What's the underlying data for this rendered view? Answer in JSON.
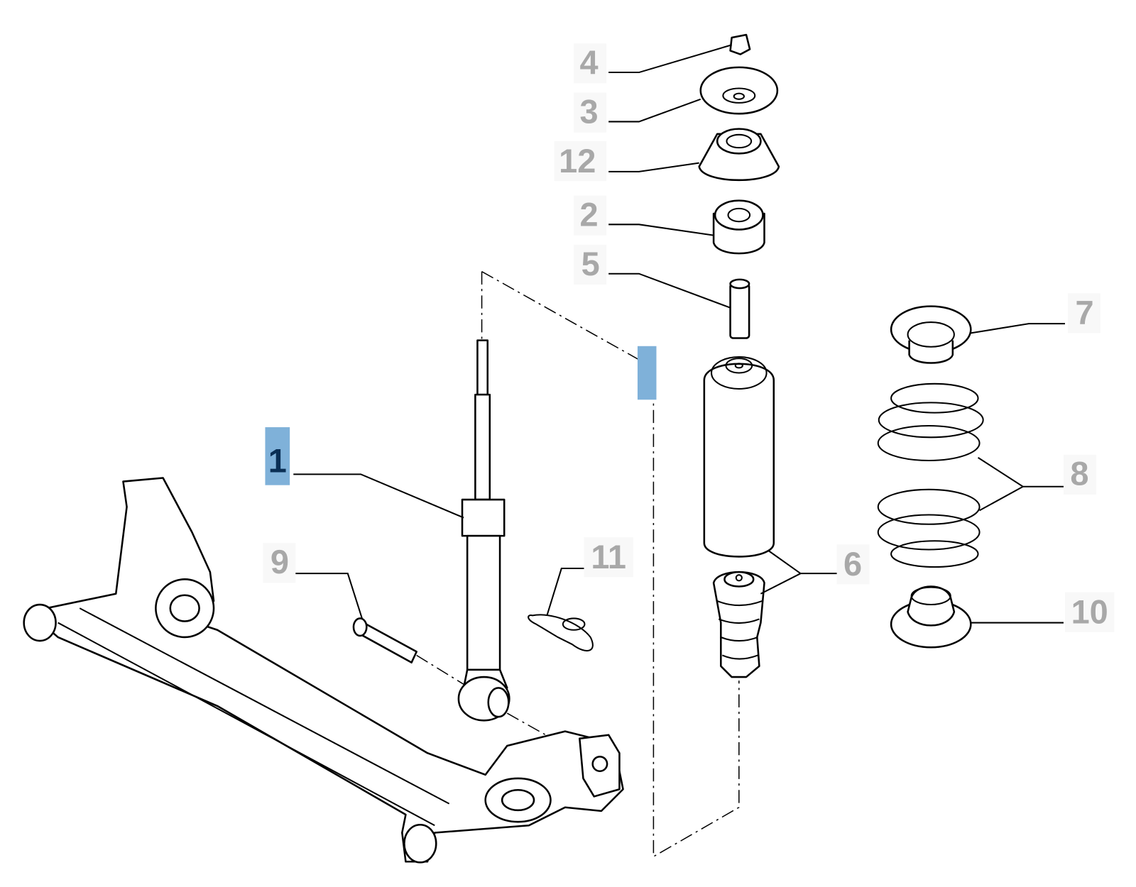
{
  "diagram": {
    "callouts": {
      "c1": "1",
      "c2": "2",
      "c3": "3",
      "c4": "4",
      "c5": "5",
      "c6": "6",
      "c7": "7",
      "c8": "8",
      "c9": "9",
      "c10": "10",
      "c11": "11",
      "c12": "12"
    },
    "highlight_color": "#7fb1d9",
    "highlight_text_color": "#0a2f55",
    "label_color": "#a8a8a8"
  }
}
